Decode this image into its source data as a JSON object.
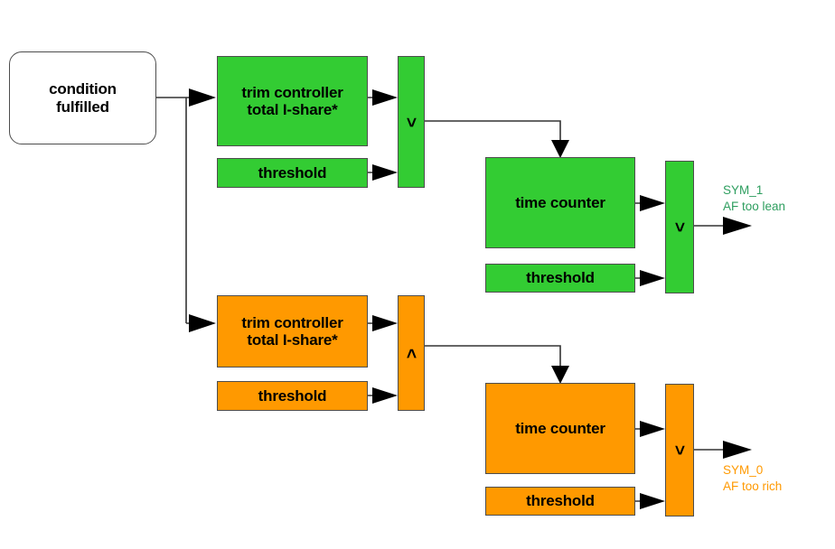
{
  "diagram": {
    "title_visible": false,
    "colors": {
      "green_fill": "#33cc33",
      "orange_fill": "#ff9900",
      "green_text": "#2e9e5f",
      "orange_text": "#ff9900",
      "border": "#4d4d4d",
      "wire": "#333333",
      "background": "#ffffff"
    },
    "start": {
      "label": "condition\nfulfilled"
    },
    "lean_branch": {
      "name": "AF too lean branch",
      "fill": "#33cc33",
      "trim_controller": "trim controller\ntotal I-share*",
      "threshold_1": "threshold",
      "comparator_1": ">",
      "time_counter": "time counter",
      "threshold_2": "threshold",
      "comparator_2": ">",
      "output_code": "SYM_1",
      "output_desc": "AF too lean"
    },
    "rich_branch": {
      "name": "AF too rich branch",
      "fill": "#ff9900",
      "trim_controller": "trim controller\ntotal I-share*",
      "threshold_1": "threshold",
      "comparator_1": "<",
      "time_counter": "time counter",
      "threshold_2": "threshold",
      "comparator_2": ">",
      "output_code": "SYM_0",
      "output_desc": "AF too rich"
    }
  }
}
